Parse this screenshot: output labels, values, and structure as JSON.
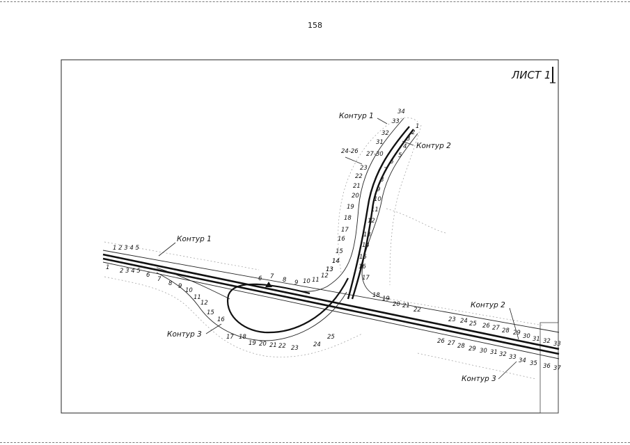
{
  "page_number": "158",
  "sheet": {
    "label": "ЛИСТ 1"
  },
  "contour_labels": {
    "k1_top": "Контур 1",
    "k2_top": "Контур 2",
    "k1_left": "Контур 1",
    "k2_right": "Контур 2",
    "k3_left": "Контур 3",
    "k3_right": "Контур 3"
  },
  "points": {
    "upper_left_row": "1 2 3 4 5",
    "lower_left_1": "1",
    "lower_left_234": "2 3 4 5",
    "ramp_top": [
      "6",
      "7",
      "8",
      "9",
      "10",
      "11",
      "12"
    ],
    "loop_top": [
      "6",
      "7",
      "8",
      "9",
      "10",
      "11",
      "12",
      "13",
      "14"
    ],
    "loop_bottom": [
      "15",
      "16",
      "17",
      "18",
      "19",
      "20",
      "21",
      "22",
      "23",
      "24",
      "25"
    ],
    "branch_left": [
      "13",
      "14",
      "15",
      "16",
      "17",
      "18",
      "19",
      "20",
      "21",
      "22",
      "23",
      "24-26",
      "27-30",
      "31",
      "32",
      "33",
      "34"
    ],
    "branch_right": [
      "1",
      "2",
      "3",
      "4",
      "5",
      "6",
      "7",
      "8",
      "9",
      "10",
      "11",
      "12",
      "13",
      "14",
      "15",
      "16",
      "17"
    ],
    "right_upper": [
      "18",
      "19",
      "20",
      "21",
      "22",
      "23",
      "24",
      "25",
      "26",
      "27",
      "28",
      "29",
      "30",
      "31",
      "32",
      "33"
    ],
    "right_lower": [
      "26",
      "27",
      "28",
      "29",
      "30",
      "31",
      "32",
      "33",
      "34",
      "35",
      "36",
      "37"
    ]
  }
}
